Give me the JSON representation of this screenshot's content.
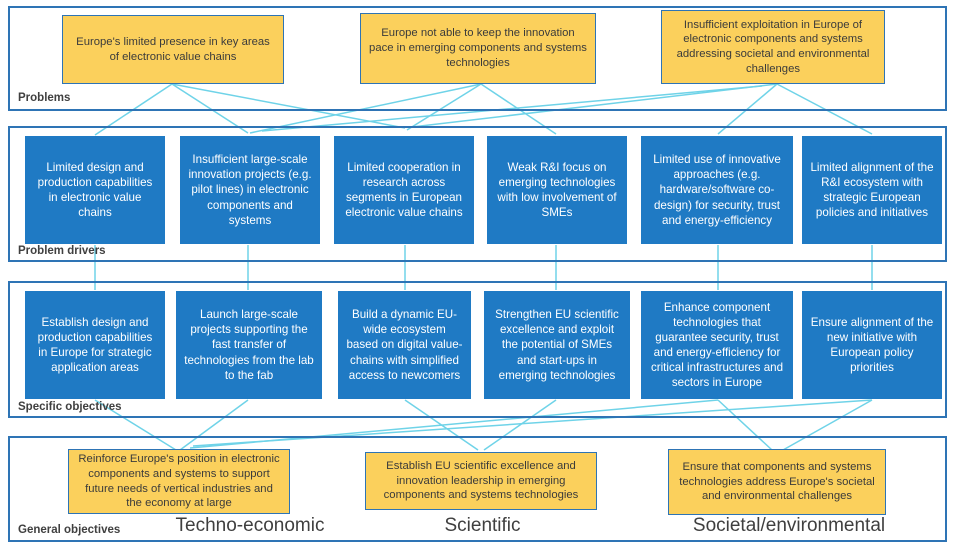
{
  "diagram": {
    "title": "Problem tree and objectives for European electronic components and systems initiative",
    "colors": {
      "band_border": "#2E74B5",
      "problem_box_fill": "#FBD05C",
      "problem_box_border": "#2E74B5",
      "driver_box_fill": "#1F7AC4",
      "connector": "#6FD3E8",
      "label_text": "#404040",
      "blue_box_text": "#FFFFFF",
      "yellow_box_text": "#3B3B3B"
    }
  },
  "bands": [
    {
      "id": "problems",
      "label": "Problems"
    },
    {
      "id": "problem-drivers",
      "label": "Problem drivers"
    },
    {
      "id": "specific-objectives",
      "label": "Specific objectives"
    },
    {
      "id": "general-objectives",
      "label": "General objectives"
    }
  ],
  "problems": [
    {
      "id": "p1",
      "text": "Europe's limited presence in key areas of  electronic value chains"
    },
    {
      "id": "p2",
      "text": "Europe not able to keep the innovation pace in emerging components and systems technologies"
    },
    {
      "id": "p3",
      "text": "Insufficient exploitation in Europe of electronic components and systems addressing societal  and environmental challenges"
    }
  ],
  "problem_drivers": [
    {
      "id": "d1",
      "text": "Limited design and production capabilities in electronic value chains"
    },
    {
      "id": "d2",
      "text": "Insufficient large-scale innovation projects (e.g. pilot lines) in electronic components and systems"
    },
    {
      "id": "d3",
      "text": "Limited cooperation in research across segments in European electronic value chains"
    },
    {
      "id": "d4",
      "text": "Weak R&I focus on emerging technologies with low involvement of SMEs"
    },
    {
      "id": "d5",
      "text": "Limited use of  innovative approaches (e.g. hardware/software co-design) for  security, trust and energy-efficiency"
    },
    {
      "id": "d6",
      "text": "Limited alignment of the R&I ecosystem with strategic European policies and initiatives"
    }
  ],
  "specific_objectives": [
    {
      "id": "s1",
      "text": "Establish design and production capabilities in Europe for strategic application areas"
    },
    {
      "id": "s2",
      "text": "Launch large-scale projects  supporting the fast transfer of technologies from the lab to the fab"
    },
    {
      "id": "s3",
      "text": "Build a dynamic EU-wide ecosystem based on digital value-chains with simplified access to newcomers"
    },
    {
      "id": "s4",
      "text": "Strengthen  EU scientific excellence and exploit the potential of SMEs and start-ups in emerging technologies"
    },
    {
      "id": "s5",
      "text": "Enhance component technologies that guarantee security,  trust and energy-efficiency for critical infrastructures and sectors in Europe"
    },
    {
      "id": "s6",
      "text": "Ensure alignment of the new initiative with European policy priorities"
    }
  ],
  "general_objectives": [
    {
      "id": "g1",
      "text": "Reinforce Europe's position in electronic components and systems to support future needs of vertical industries and the economy at large",
      "caption": "Techno-economic"
    },
    {
      "id": "g2",
      "text": "Establish EU  scientific excellence and innovation leadership in emerging components and systems technologies",
      "caption": "Scientific"
    },
    {
      "id": "g3",
      "text": "Ensure that components and systems technologies address Europe's societal and environmental challenges",
      "caption": "Societal/environmental"
    }
  ]
}
